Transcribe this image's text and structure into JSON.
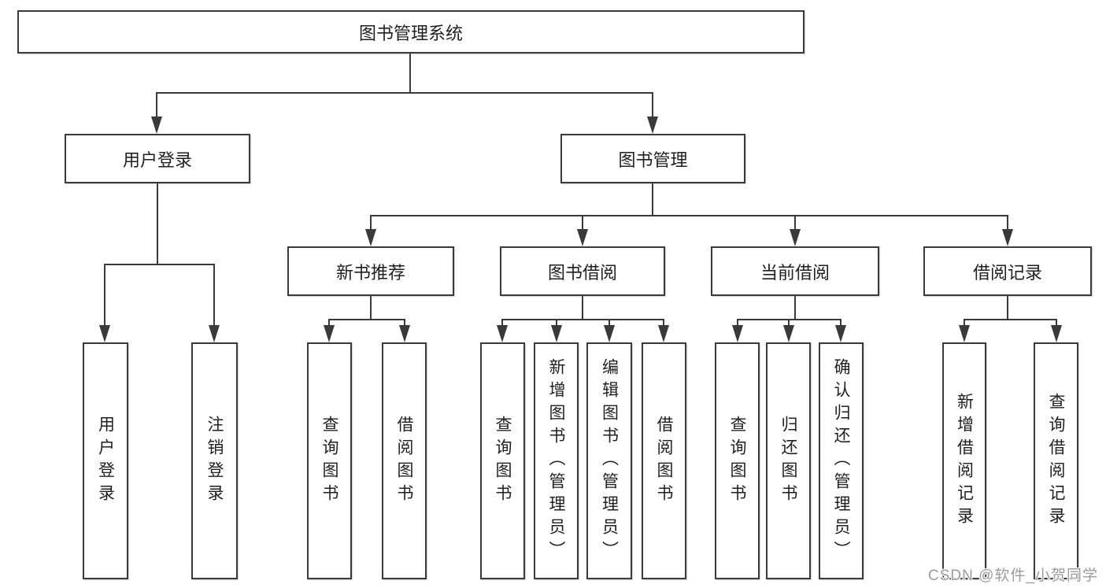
{
  "diagram": {
    "root": {
      "label": "图书管理系统"
    },
    "level2": {
      "user_login": {
        "label": "用户登录"
      },
      "book_management": {
        "label": "图书管理"
      }
    },
    "level3": {
      "new_book_recommend": {
        "label": "新书推荐"
      },
      "book_borrowing": {
        "label": "图书借阅"
      },
      "current_borrowing": {
        "label": "当前借阅"
      },
      "borrowing_records": {
        "label": "借阅记录"
      }
    },
    "leaves": {
      "user_login": [
        "用户登录",
        "注销登录"
      ],
      "new_book_recommend": [
        "查询图书",
        "借阅图书"
      ],
      "book_borrowing": [
        "查询图书",
        "新增图书（管理员）",
        "编辑图书（管理员）",
        "借阅图书"
      ],
      "current_borrowing": [
        "查询图书",
        "归还图书",
        "确认归还（管理员）"
      ],
      "borrowing_records": [
        "新增借阅记录",
        "查询借阅记录"
      ]
    }
  },
  "watermark": {
    "text": "CSDN @软件_小贺同学"
  },
  "colors": {
    "line": "#3a3a3a",
    "text": "#1f1f1f",
    "watermark_gray": "#9b9b9b",
    "background": "#ffffff"
  }
}
